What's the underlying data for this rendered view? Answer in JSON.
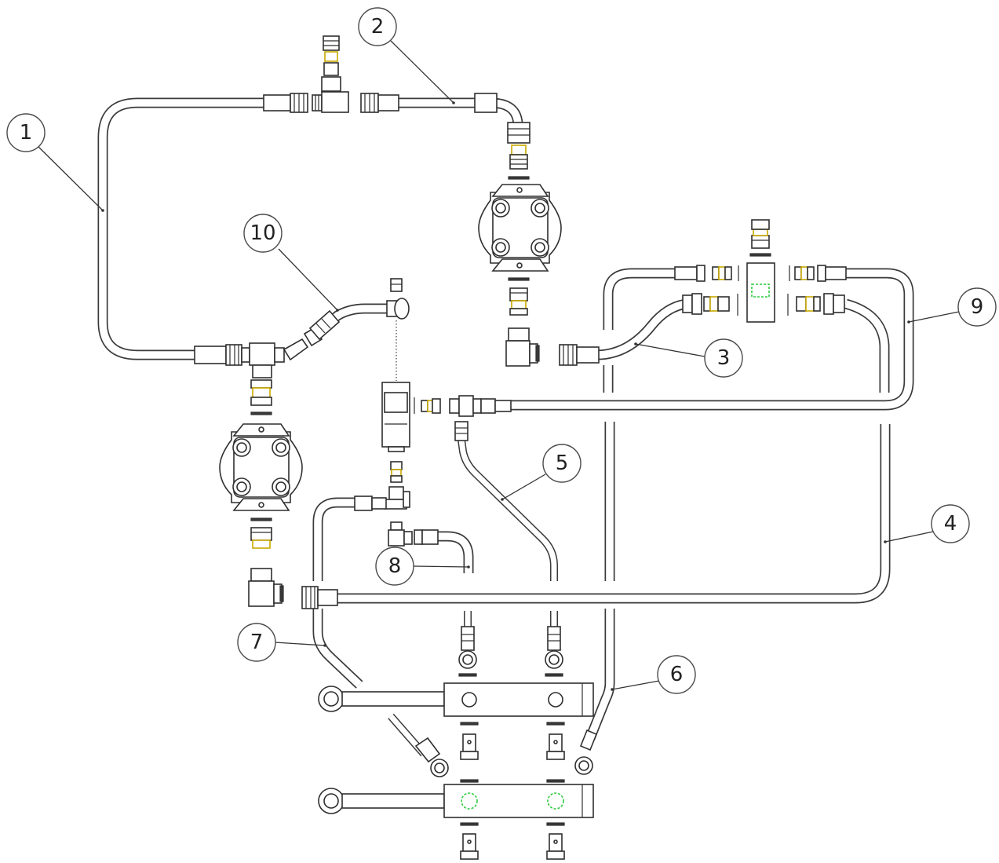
{
  "balloons": [
    {
      "label": "1"
    },
    {
      "label": "2"
    },
    {
      "label": "3"
    },
    {
      "label": "4"
    },
    {
      "label": "5"
    },
    {
      "label": "6"
    },
    {
      "label": "7"
    },
    {
      "label": "8"
    },
    {
      "label": "9"
    },
    {
      "label": "10"
    }
  ],
  "colors": {
    "line": "#3a3a3a",
    "thread_highlight": "#c8a800",
    "hidden_feature": "#2ecc40"
  }
}
